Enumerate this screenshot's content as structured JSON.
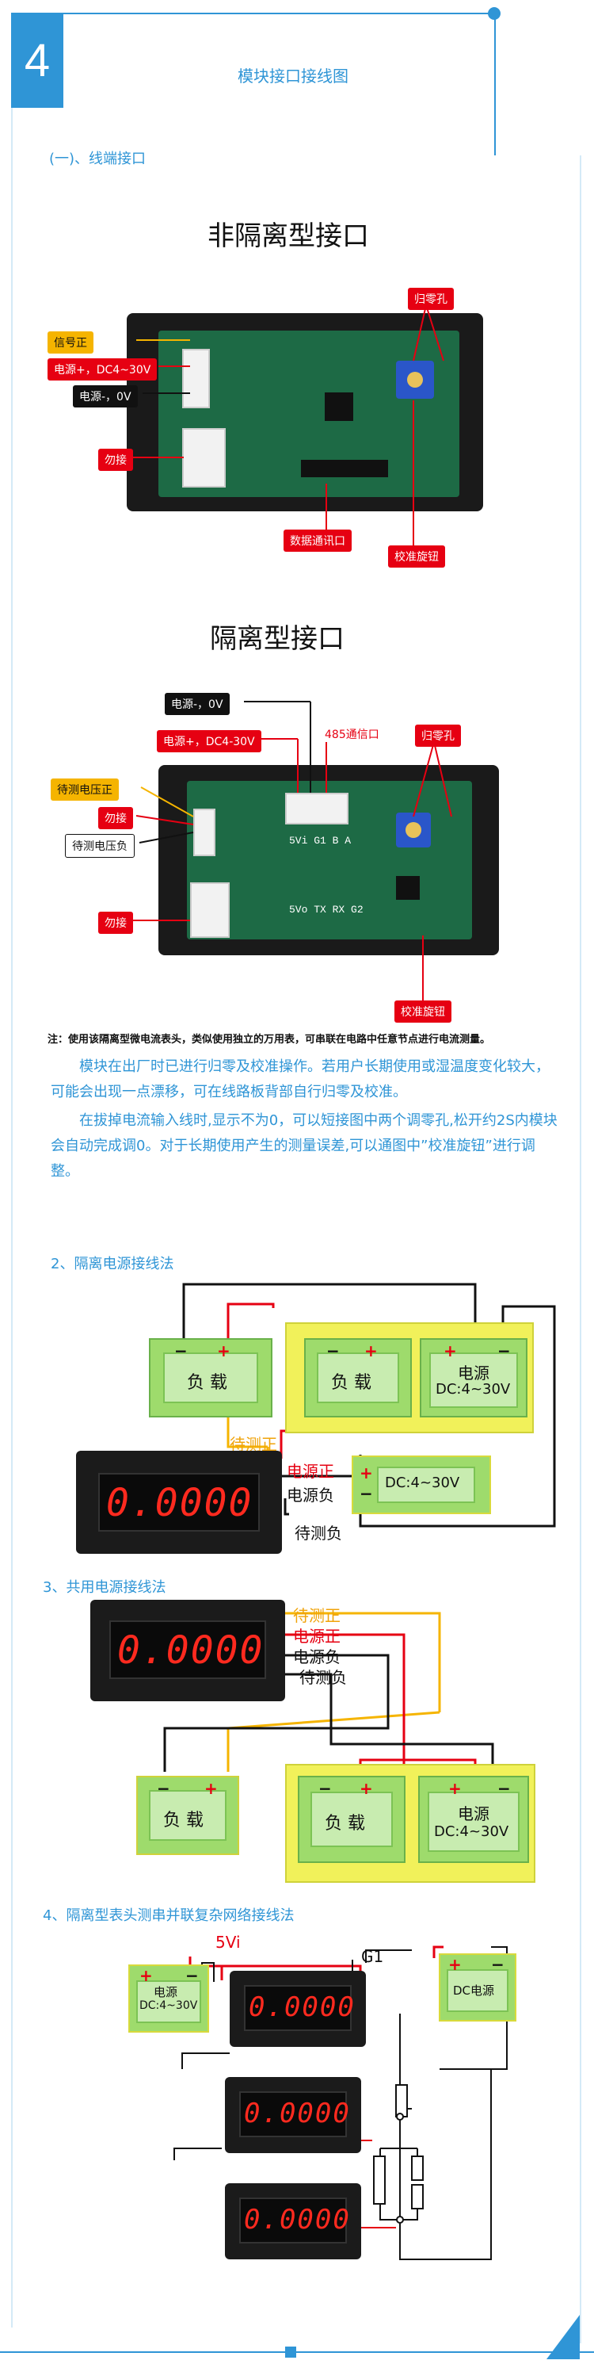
{
  "header": {
    "section_number": "4",
    "section_title": "模块接口接线图",
    "subsection": "(一)、线端接口"
  },
  "diagram1": {
    "title": "非隔离型接口",
    "labels": {
      "signal_pos": "信号正",
      "power_pos": "电源+，DC4~30V",
      "power_neg": "电源-，0V",
      "no_connect": "勿接",
      "data_port": "数据通讯口",
      "zero_hole": "归零孔",
      "calib_knob": "校准旋钮"
    }
  },
  "diagram2": {
    "title": "隔离型接口",
    "labels": {
      "power_neg": "电源-，0V",
      "power_pos": "电源+，DC4-30V",
      "rs485": "485通信口",
      "zero_hole": "归零孔",
      "measure_pos": "待测电压正",
      "no_connect1": "勿接",
      "measure_neg": "待测电压负",
      "no_connect2": "勿接",
      "calib_knob": "校准旋钮",
      "board_text1": "5Vi G1 B A",
      "board_text2": "5Vo TX RX G2"
    }
  },
  "note": "注：使用该隔离型微电流表头，类似使用独立的万用表，可串联在电路中任意节点进行电流测量。",
  "paragraphs": [
    "模块在出厂时已进行归零及校准操作。若用户长期使用或湿温度变化较大，可能会出现一点漂移，可在线路板背部自行归零及校准。",
    "在拔掉电流输入线时,显示不为0，可以短接图中两个调零孔,松开约2S内模块会自动完成调0。对于长期使用产生的测量误差,可以通图中”校准旋钮”进行调整。"
  ],
  "step2": {
    "title": "2、隔离电源接线法",
    "load": "负 载",
    "power_label": "电源",
    "power_range": "DC:4~30V",
    "measure_pos": "待测正",
    "power_pos": "电源正",
    "power_neg": "电源负",
    "measure_neg": "待测负",
    "psu_label": "DC:4~30V",
    "meter_value": "0.0000",
    "minus": "−",
    "plus": "+"
  },
  "step3": {
    "title": "3、共用电源接线法",
    "measure_pos": "待测正",
    "power_pos": "电源正",
    "power_neg": "电源负",
    "measure_neg": "待测负",
    "load": "负 载",
    "power_label": "电源",
    "power_range": "DC:4~30V",
    "meter_value": "0.0000",
    "minus": "−",
    "plus": "+"
  },
  "step4": {
    "title": "4、隔离型表头测串并联复杂网络接线法",
    "label_5vi": "5Vi",
    "label_g1": "G1",
    "left_power": "电源",
    "left_range": "DC:4~30V",
    "right_power": "DC电源",
    "meter_value": "0.0000",
    "minus": "−",
    "plus": "+"
  },
  "colors": {
    "accent": "#2f95d6",
    "red": "#e60012",
    "yellow": "#f5b400",
    "load_green": "#9edb6c",
    "load_yellow": "#f1f15a",
    "digit_red": "#ff2a1f"
  }
}
